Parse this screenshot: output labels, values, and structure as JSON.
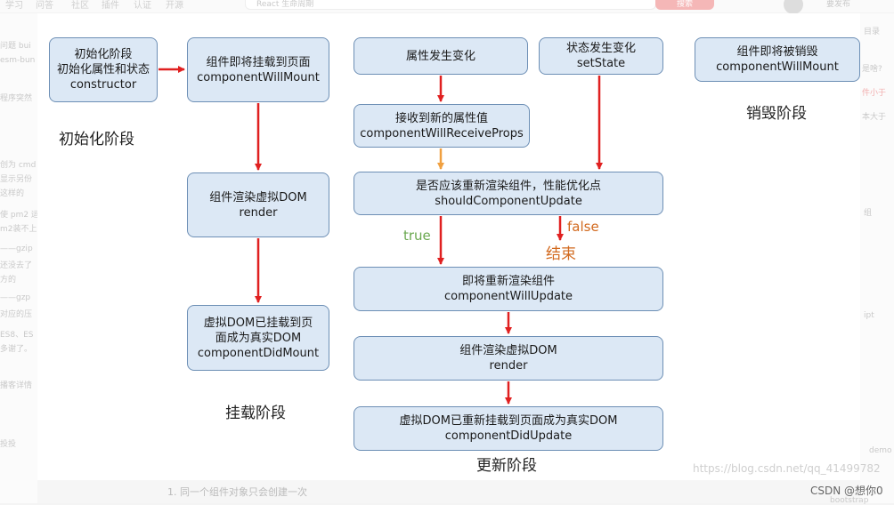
{
  "background": {
    "topbar": [
      "学习",
      "问答",
      "社区",
      "插件",
      "认证",
      "开源"
    ],
    "search_placeholder": "React 生命周期",
    "search_button": "搜索",
    "right_user": "要发布",
    "left_fragments": [
      "问题 bui",
      "esm-bun",
      "程序突然",
      "创为 cmd",
      "显示另份",
      "这样的",
      "使 pm2 运",
      "m2装不上",
      "——gzip",
      "还没去了",
      "方的",
      "——gzp",
      "对应的压",
      "ES8、ES",
      "多谢了。",
      "播客详情",
      "投投"
    ],
    "right_fragments": [
      "目录",
      "是啥?",
      "件小于",
      "本大于",
      "组",
      "ipt",
      "demo",
      "bootstrap"
    ],
    "bottom_note": "1. 同一个组件对象只会创建一次"
  },
  "diagram": {
    "init": {
      "line1": "初始化阶段",
      "line2": "初始化属性和状态",
      "line3": "constructor"
    },
    "will_mount": {
      "line1": "组件即将挂载到页面",
      "line2": "componentWillMount"
    },
    "render_mount": {
      "line1": "组件渲染虚拟DOM",
      "line2": "render"
    },
    "did_mount": {
      "line1": "虚拟DOM已挂载到页",
      "line2": "面成为真实DOM",
      "line3": "componentDidMount"
    },
    "props_change": {
      "line1": "属性发生变化"
    },
    "state_change": {
      "line1": "状态发生变化",
      "line2": "setState"
    },
    "receive_props": {
      "line1": "接收到新的属性值",
      "line2": "componentWillReceiveProps"
    },
    "should_update": {
      "line1": "是否应该重新渲染组件，性能优化点",
      "line2": "shouldComponentUpdate"
    },
    "will_update": {
      "line1": "即将重新渲染组件",
      "line2": "componentWillUpdate"
    },
    "render_update": {
      "line1": "组件渲染虚拟DOM",
      "line2": "render"
    },
    "did_update": {
      "line1": "虚拟DOM已重新挂载到页面成为真实DOM",
      "line2": "componentDidUpdate"
    },
    "will_unmount": {
      "line1": "组件即将被销毁",
      "line2": "componentWillMount"
    },
    "stage_init": "初始化阶段",
    "stage_mount": "挂载阶段",
    "stage_update": "更新阶段",
    "stage_unmount": "销毁阶段",
    "label_true": "true",
    "label_false": "false",
    "label_end": "结束"
  },
  "colors": {
    "arrow": "#e02020",
    "orange_arrow": "#f0a040",
    "true_label": "#6aa84f",
    "false_label": "#d2691e",
    "box_fill": "#dce8f5",
    "box_border": "#6d8fb5"
  },
  "footer": {
    "watermark": "https://blog.csdn.net/qq_41499782",
    "csdn": "CSDN @想你0"
  }
}
